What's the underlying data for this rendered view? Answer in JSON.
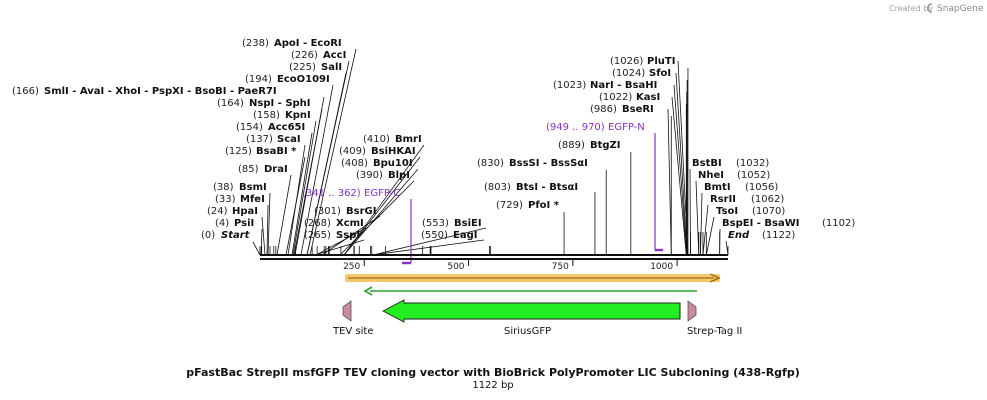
{
  "credit": {
    "prefix": "Created by",
    "brand": "SnapGene"
  },
  "title": "pFastBac StrepII msfGFP TEV cloning vector with BioBrick PolyPromoter LIC Subcloning (438-Rgfp)",
  "subtitle": "1122 bp",
  "map": {
    "length": 1122,
    "ticks": [
      250,
      500,
      750,
      1000
    ]
  },
  "sites": [
    {
      "pos": "(0)",
      "name": "Start",
      "italic": true,
      "bp": 0
    },
    {
      "pos": "(4)",
      "name": "PsiI",
      "bp": 4
    },
    {
      "pos": "(24)",
      "name": "HpaI",
      "bp": 24
    },
    {
      "pos": "(33)",
      "name": "MfeI",
      "bp": 33
    },
    {
      "pos": "(38)",
      "name": "BsmI",
      "bp": 38
    },
    {
      "pos": "(85)",
      "name": "DraI",
      "bp": 85
    },
    {
      "pos": "(125)",
      "name": "BsaBI *",
      "bp": 125
    },
    {
      "pos": "(137)",
      "name": "ScaI",
      "bp": 137
    },
    {
      "pos": "(154)",
      "name": "Acc65I",
      "bp": 154
    },
    {
      "pos": "(158)",
      "name": "KpnI",
      "bp": 158
    },
    {
      "pos": "(164)",
      "name": "NspI - SphI",
      "bp": 164
    },
    {
      "pos": "(166)",
      "name": "SmlI - AvaI - XhoI - PspXI - BsoBI - PaeR7I",
      "bp": 166
    },
    {
      "pos": "(194)",
      "name": "EcoO109I",
      "bp": 194
    },
    {
      "pos": "(225)",
      "name": "SalI",
      "bp": 225
    },
    {
      "pos": "(226)",
      "name": "AccI",
      "bp": 226
    },
    {
      "pos": "(238)",
      "name": "ApoI - EcoRI",
      "bp": 238
    },
    {
      "pos": "(265)",
      "name": "SspI",
      "bp": 265
    },
    {
      "pos": "(268)",
      "name": "XcmI",
      "bp": 268
    },
    {
      "pos": "(301)",
      "name": "BsrGI",
      "bp": 301
    },
    {
      "pos": "(390)",
      "name": "BlpI",
      "bp": 390
    },
    {
      "pos": "(408)",
      "name": "Bpu10I",
      "bp": 408
    },
    {
      "pos": "(409)",
      "name": "BsiHKAI",
      "bp": 409
    },
    {
      "pos": "(410)",
      "name": "BmrI",
      "bp": 410
    },
    {
      "pos": "(550)",
      "name": "EagI",
      "bp": 550
    },
    {
      "pos": "(553)",
      "name": "BsiEI",
      "bp": 553
    },
    {
      "pos": "(729)",
      "name": "PfoI *",
      "bp": 729
    },
    {
      "pos": "(803)",
      "name": "BtsI - BtsαI",
      "bp": 803
    },
    {
      "pos": "(830)",
      "name": "BssSI - BssSαI",
      "bp": 830
    },
    {
      "pos": "(889)",
      "name": "BtgZI",
      "bp": 889
    },
    {
      "pos": "(986)",
      "name": "BseRI",
      "bp": 986
    },
    {
      "pos": "(1022)",
      "name": "KasI",
      "bp": 1022
    },
    {
      "pos": "(1023)",
      "name": "NarI - BsaHI",
      "bp": 1023
    },
    {
      "pos": "(1024)",
      "name": "SfoI",
      "bp": 1024
    },
    {
      "pos": "(1026)",
      "name": "PluTI",
      "bp": 1026
    },
    {
      "pos": "(1032)",
      "name": "BstBI",
      "bp": 1032
    },
    {
      "pos": "(1052)",
      "name": "NheI",
      "bp": 1052
    },
    {
      "pos": "(1056)",
      "name": "BmtI",
      "bp": 1056
    },
    {
      "pos": "(1062)",
      "name": "RsrII",
      "bp": 1062
    },
    {
      "pos": "(1070)",
      "name": "TsoI",
      "bp": 1070
    },
    {
      "pos": "(1102)",
      "name": "BspEI - BsaWI",
      "bp": 1102
    },
    {
      "pos": "(1122)",
      "name": "End",
      "italic": true,
      "bp": 1122
    }
  ],
  "primers": [
    {
      "range": "(341 .. 362)",
      "name": "EGFP-C"
    },
    {
      "range": "(949 .. 970)",
      "name": "EGFP-N"
    }
  ],
  "features": [
    {
      "name": "TEV site",
      "color": "#c98aa6"
    },
    {
      "name": "SiriusGFP",
      "color": "#22ee22"
    },
    {
      "name": "Strep-Tag II",
      "color": "#c98aa6"
    }
  ],
  "colors": {
    "primer": "#8b2fc9",
    "orf_fill": "#f4b43a",
    "orf_arrow": "#e8a000",
    "inner_arrow": "#2ea02e",
    "gfp": "#22ee22"
  }
}
